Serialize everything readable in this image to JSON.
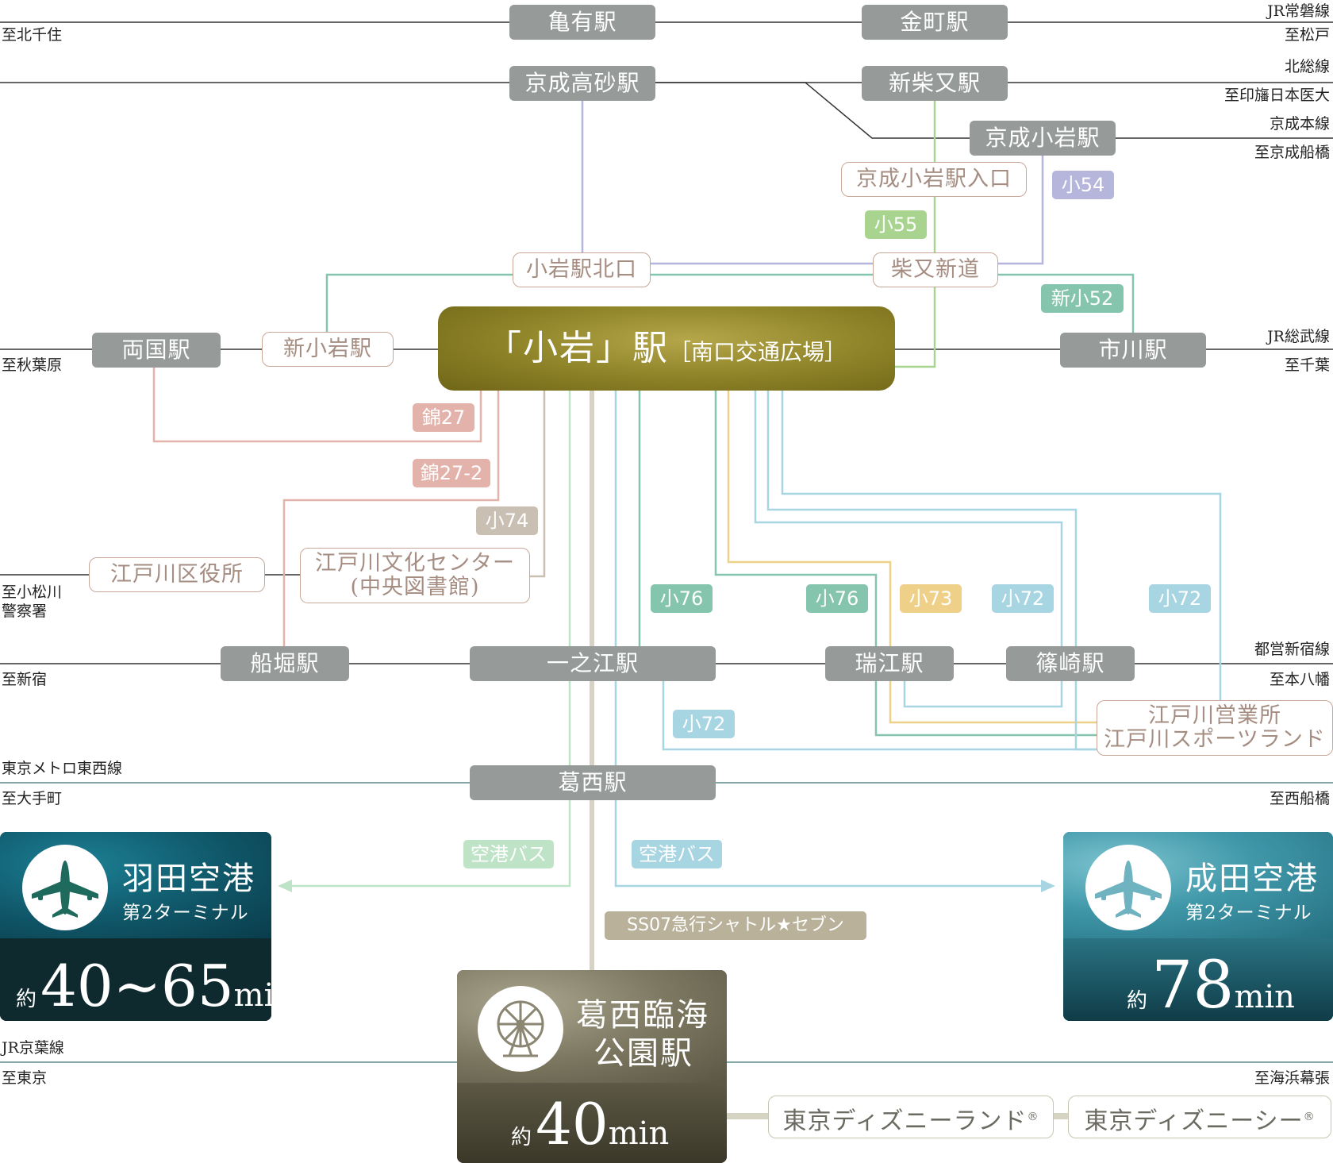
{
  "stations": {
    "kameari": "亀有駅",
    "kanamachi": "金町駅",
    "keisei_takasago": "京成高砂駅",
    "shinshibamata": "新柴又駅",
    "keisei_koiwa": "京成小岩駅",
    "ryogoku": "両国駅",
    "shinkoiwa": "新小岩駅",
    "ichikawa": "市川駅",
    "funabori": "船堀駅",
    "ichinoe": "一之江駅",
    "mizue": "瑞江駅",
    "shinozaki": "篠崎駅",
    "kasai": "葛西駅"
  },
  "hub": {
    "main": "「小岩」駅",
    "sub": "［南口交通広場］"
  },
  "bus_stops": {
    "keisei_koiwa_iriguchi": "京成小岩駅入口",
    "koiwa_north": "小岩駅北口",
    "shibamata_shindo": "柴又新道",
    "edogawa_ward_office": "江戸川区役所",
    "bunka_center_1": "江戸川文化センター",
    "bunka_center_2": "(中央図書館)",
    "eigyosho_1": "江戸川営業所",
    "eigyosho_2": "江戸川スポーツランド"
  },
  "route_tags": {
    "ko54": "小54",
    "ko55": "小55",
    "shinko52": "新小52",
    "kin27": "錦27",
    "kin27_2": "錦27-2",
    "ko74": "小74",
    "ko76_a": "小76",
    "ko76_b": "小76",
    "ko73": "小73",
    "ko72_a": "小72",
    "ko72_b": "小72",
    "ko72_c": "小72",
    "airport_bus_a": "空港バス",
    "airport_bus_b": "空港バス",
    "ss07": "SS07急行シャトル★セブン"
  },
  "directions": {
    "kitasenju": "至北千住",
    "joban_line": "JR常磐線",
    "matsudo": "至松戸",
    "hokuso_line": "北総線",
    "inba_nichi": "至印旛日本医大",
    "keisei_main": "京成本線",
    "keisei_funabashi": "至京成船橋",
    "akihabara": "至秋葉原",
    "sobu_line": "JR総武線",
    "chiba": "至千葉",
    "komatsugawa_1": "至小松川",
    "komatsugawa_2": "警察署",
    "shinjuku": "至新宿",
    "shinjuku_line": "都営新宿線",
    "motoyawata": "至本八幡",
    "tozai_line": "東京メトロ東西線",
    "otemachi": "至大手町",
    "nishifunabashi": "至西船橋",
    "keiyo_line": "JR京葉線",
    "tokyo": "至東京",
    "kaihin_makuhari": "至海浜幕張"
  },
  "haneda": {
    "name": "羽田空港",
    "terminal": "第2ターミナル",
    "prefix": "約",
    "time": "40~65",
    "unit": "min",
    "icon": "airplane-icon"
  },
  "narita": {
    "name": "成田空港",
    "terminal": "第2ターミナル",
    "prefix": "約",
    "time": "78",
    "unit": "min",
    "icon": "airplane-icon"
  },
  "kasai_rinkai": {
    "name_1": "葛西臨海",
    "name_2": "公園駅",
    "prefix": "約",
    "time": "40",
    "unit": "min",
    "icon": "ferris-wheel-icon"
  },
  "disney": {
    "land": "東京ディズニーランド",
    "sea": "東京ディズニーシー",
    "mark": "®"
  },
  "colors": {
    "station": "#969a99",
    "hub": "#8c8126",
    "pink": "#e3b3ab",
    "green": "#a8d48f",
    "lavender": "#b6b5dc",
    "teal": "#85c4ad",
    "sand": "#c9bfb2",
    "yellow": "#efd088",
    "blue": "#9fcedc",
    "shuttle": "#b9b19a"
  }
}
